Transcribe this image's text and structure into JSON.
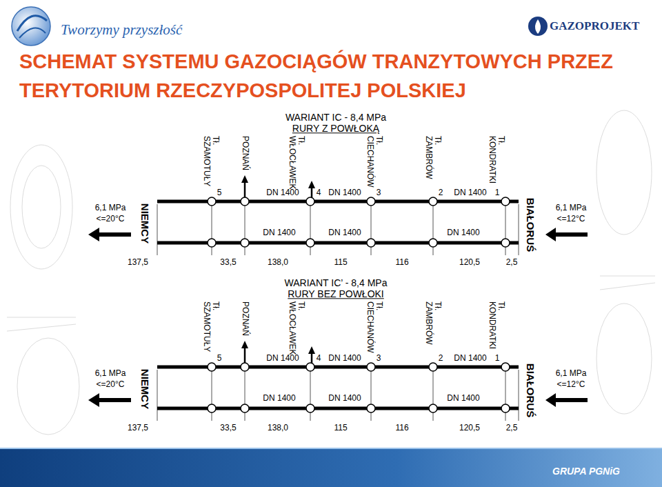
{
  "diagram": {
    "title": "SCHEMAT SYSTEMU GAZOCIĄGÓW TRANZYTOWYCH PRZEZ TERYTORIUM RZECZYPOSPOLITEJ POLSKIEJ",
    "nodes": [
      {
        "text": [
          "NIEMCY"
        ]
      },
      {
        "text": [
          "BIAŁORUŚ"
        ]
      },
      {
        "text": [
          "NIEMCY"
        ]
      },
      {
        "text": [
          "BIAŁORUŚ"
        ]
      }
    ],
    "edges": [
      {
        "from": 1,
        "to": 0,
        "arrow": "none"
      },
      {
        "from": 1,
        "to": 0,
        "arrow": "none"
      },
      {
        "from": 3,
        "to": 2,
        "arrow": "none"
      },
      {
        "from": 3,
        "to": 2,
        "arrow": "none"
      }
    ],
    "labels": [
      "Tworzymy przyszłość",
      "GAZOPROJEKT",
      "WARIANT IC - 8,4 MPa",
      "RURY Z POWŁOKĄ",
      "Tł. SZAMOTUŁY",
      "POZNAŃ",
      "Tł. WŁOCŁAWEK",
      "Tł. CIECHANÓW",
      "Tł. ZAMBRÓW",
      "Tł. KONDRATKI",
      "5",
      "DN 1400",
      "4",
      "DN 1400",
      "3",
      "2",
      "DN 1400",
      "1",
      "DN 1400",
      "DN 1400",
      "DN 1400",
      "6,1 MPa",
      "<=20°C",
      "6,1 MPa",
      "<=12°C",
      "137,5",
      "33,5",
      "138,0",
      "115",
      "116",
      "120,5",
      "2,5",
      "WARIANT IC’ - 8,4 MPa",
      "RURY BEZ POWŁOKI",
      "Tł. SZAMOTUŁY",
      "POZNAŃ",
      "Tł. WŁOCŁAWEK",
      "Tł. CIECHANÓW",
      "Tł. ZAMBRÓW",
      "Tł. KONDRATKI",
      "5",
      "DN 1400",
      "4",
      "DN 1400",
      "3",
      "2",
      "DN 1400",
      "1",
      "DN 1400",
      "DN 1400",
      "DN 1400",
      "6,1 MPa",
      "<=20°C",
      "6,1 MPa",
      "<=12°C",
      "137,5",
      "33,5",
      "138,0",
      "115",
      "116",
      "120,5",
      "2,5",
      "GRUPA PGNiG"
    ]
  }
}
